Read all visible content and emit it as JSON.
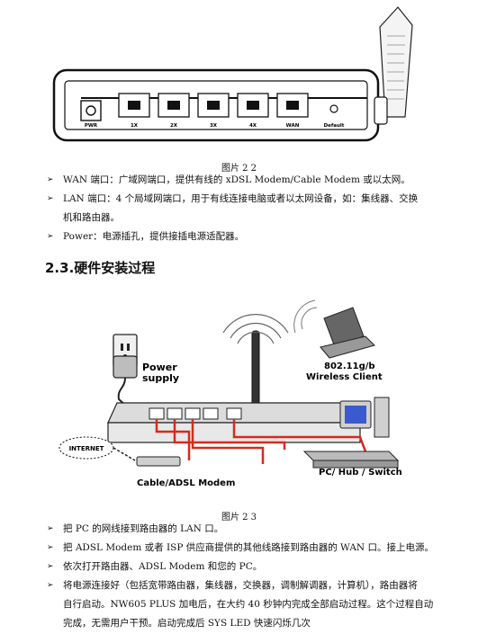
{
  "figure1": {
    "port_labels": [
      "PWR",
      "1X",
      "2X",
      "3X",
      "4X",
      "WAN",
      "Default"
    ],
    "caption": "图片 2 2"
  },
  "bullets1": [
    {
      "text": "WAN 端口：广域网端口，提供有线的 xDSL Modem/Cable Modem 或以太网。"
    },
    {
      "text": "LAN 端口：4 个局域网端口，用于有线连接电脑或者以太网设备，如：集线器、交换"
    },
    {
      "text": "机和路由器。"
    },
    {
      "text": "Power：电源插孔，提供接插电源适配器。"
    }
  ],
  "section": {
    "number": "2.3.",
    "title": "硬件安装过程"
  },
  "figure2": {
    "power_line1": "Power",
    "power_line2": "supply",
    "wireless_line1": "802.11g/b",
    "wireless_line2": "Wireless Client",
    "internet": "INTERNET",
    "modem": "Cable/ADSL Modem",
    "switch": "PC/ Hub / Switch",
    "caption": "图片 2 3"
  },
  "bullets2": [
    {
      "text": "把 PC 的网线接到路由器的 LAN 口。"
    },
    {
      "text": "把 ADSL Modem 或者 ISP 供应商提供的其他线路接到路由器的 WAN 口。接上电源。"
    },
    {
      "text": "依次打开路由器、ADSL Modem 和您的 PC。"
    },
    {
      "text": "将电源连接好（包括宽带路由器，集线器，交换器，调制解调器，计算机），路由器将"
    },
    {
      "text": "自行启动。NW605 PLUS 加电后，在大约 40 秒钟内完成全部启动过程。这个过程自动"
    },
    {
      "text": "完成，无需用户干预。启动完成后 SYS LED 快速闪烁几次"
    }
  ],
  "bullet_marker": "➢"
}
